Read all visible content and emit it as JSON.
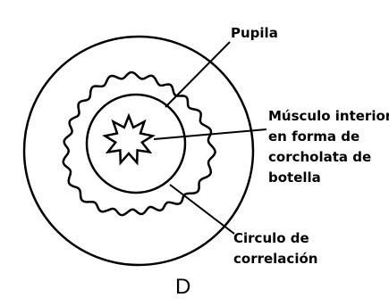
{
  "labels": {
    "pupila": "Pupila",
    "musculo": [
      "Músculo interior",
      "en forma de",
      "corcholata de",
      "botella"
    ],
    "circulo": [
      "Circulo de",
      "correlación"
    ]
  },
  "panel_letter": "D"
}
